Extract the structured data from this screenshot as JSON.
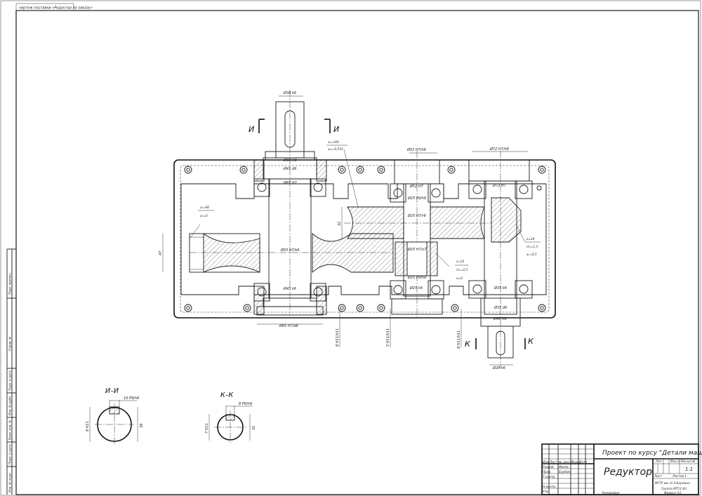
{
  "stamp": {
    "text": "чертеж поставки «Редуктор по заказу»"
  },
  "views": {
    "section_i_mark": "И",
    "section_k_mark": "К",
    "section_i_title": "И–И",
    "section_k_title": "К–К"
  },
  "dimensions": {
    "d_input_top": "Ø30 k6",
    "d_bearing_left_top": "Ø65 H8",
    "d_seal_left": "Ø45 d9",
    "d_bore_left": "Ø85 H7",
    "d_mid_left": "Ø55 H7/k6",
    "d_bottom_left_k6": "Ø45 k6",
    "d_bottom_left_cover": "Ø85 H7/d8",
    "d_mid_cover": "Ø52 H7/h8",
    "d_mid_bore": "Ø52 H7",
    "d_mid_fit1": "Ø25 P9/h9",
    "d_mid_fit2": "Ø25 H7/r6",
    "d_mid_fit3": "Ø25 H7/s7",
    "d_mid_fit4": "Ø25 P9/h9",
    "d_mid_k6": "Ø25 k6",
    "d_right_cover": "Ø72 H7/h8",
    "d_right_bore": "Ø72 H7",
    "d_right_k6": "Ø35 k6",
    "d_right_d9": "Ø35 d9",
    "d_right_h8": "Ø48 H8",
    "d_output": "Ø28 k6",
    "d_left_height": "47",
    "d_mid_height": "32",
    "key_left": "8 H11/h11",
    "key_mid": "5 H11/h11",
    "key_right": "8 H11/h11",
    "gear1_z": "z₁=60",
    "gear1_x": "x₁=0",
    "gear2_z": "z₂=109",
    "gear2_x": "x₂=-0,552",
    "gear3_z": "z=22",
    "gear3_m": "mₙ=2,5",
    "gear3_x": "x=0",
    "gear4_z": "z=24",
    "gear4_m": "mₙ=1,5",
    "gear4_x": "xₙ=0,5",
    "sec_i_key": "10 P9/h9",
    "sec_i_t": "8 H11",
    "sec_i_d": "39",
    "sec_k_key": "8 P9/h9",
    "sec_k_t": "7 H11",
    "sec_k_d": "31"
  },
  "side_strip": {
    "perv_primen": "Перв. примен.",
    "sprav_no": "Справ. №",
    "podp_data1": "Подп. и дата",
    "inv_dubl": "Инв. № дубл.",
    "vzam_inv": "Взам. инв. №",
    "podp_data2": "Подп. и дата",
    "inv_podl": "Инв. № подл."
  },
  "title_block": {
    "project": "Проект по курсу \"Детали машин\"",
    "name": "Редуктор",
    "izm": "Изм.",
    "list": "Лист",
    "no_dokum": "№ докум.",
    "podp": "Подп.",
    "data": "Дата",
    "razrab": "Разраб.",
    "razrab_name": "Ивлев",
    "prov": "Пров.",
    "prov_name": "Бурбин",
    "t_kontr": "Т.контр.",
    "n_kontr": "Н.контр.",
    "utv": "Утв.",
    "lit": "Лит.",
    "massa": "Масса",
    "masshtab": "Масштаб",
    "scale_value": "1:1",
    "list_label": "Лист",
    "listov_label": "Листов 1",
    "org": "МГТУ им. Н.Э.Баумана",
    "group": "Группа МТ11-63",
    "kopiroval": "Копировал",
    "format": "Формат A1"
  }
}
